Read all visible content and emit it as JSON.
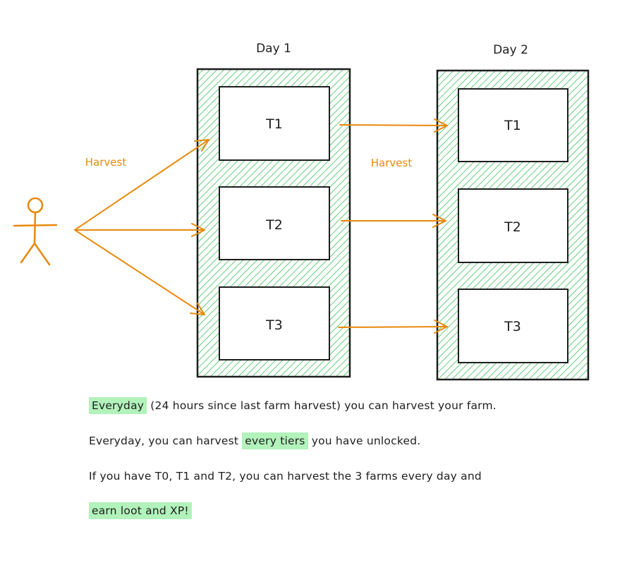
{
  "columns": [
    {
      "label": "Day 1",
      "tiers": [
        "T1",
        "T2",
        "T3"
      ]
    },
    {
      "label": "Day 2",
      "tiers": [
        "T1",
        "T2",
        "T3"
      ]
    }
  ],
  "arrows": {
    "player_label": "Harvest",
    "between_label": "Harvest"
  },
  "colors": {
    "stroke": "#1e1e1e",
    "orange": "#e8890c",
    "hatch": "#40c057",
    "highlight": "#b2f2bb"
  },
  "caption": {
    "line1": {
      "highlight": "Everyday",
      "rest": " (24 hours since last farm harvest) you can harvest your farm."
    },
    "line2": {
      "before": "Everyday, you can harvest ",
      "highlight": "every tiers",
      "after": " you have unlocked."
    },
    "line3": "If you have T0, T1 and T2, you can harvest the 3 farms every day and",
    "line4": {
      "highlight": "earn loot and XP!"
    }
  },
  "icons": {
    "player": "stick-figure-icon"
  }
}
